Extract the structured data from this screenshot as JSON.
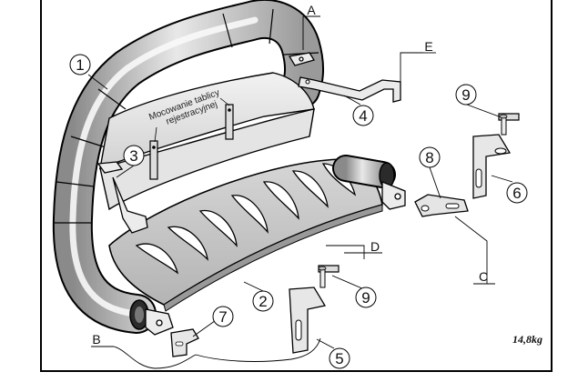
{
  "note": {
    "line1": "Mocowanie tablicy",
    "line2": "rejestracyjnej"
  },
  "callouts": [
    "1",
    "2",
    "3",
    "4",
    "5",
    "6",
    "7",
    "8",
    "9",
    "9"
  ],
  "letters": [
    "A",
    "B",
    "C",
    "D",
    "E"
  ],
  "weight": "14,8kg"
}
